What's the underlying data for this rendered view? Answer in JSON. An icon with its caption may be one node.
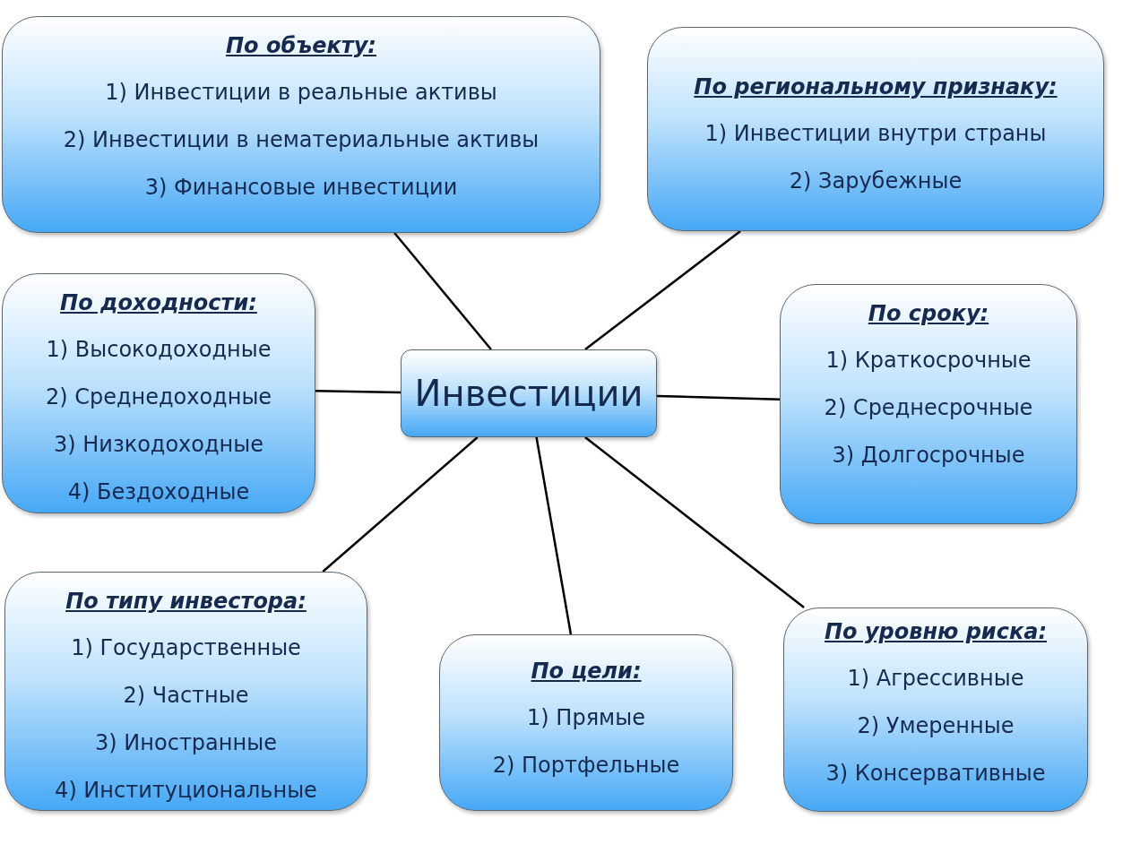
{
  "diagram": {
    "nodes": [
      {
        "text": [
          "Инвестиции"
        ]
      },
      {
        "text": [
          "По объекту:",
          "1) Инвестиции в реальные активы",
          "2) Инвестиции в нематериальные активы",
          "3) Финансовые инвестиции"
        ]
      },
      {
        "text": [
          "По региональному признаку:",
          "1) Инвестиции внутри страны",
          "2) Зарубежные"
        ]
      },
      {
        "text": [
          "По доходности:",
          "1) Высокодоходные",
          "2) Среднедоходные",
          "3) Низкодоходные",
          "4) Бездоходные"
        ]
      },
      {
        "text": [
          "По сроку:",
          "1) Краткосрочные",
          "2) Среднесрочные",
          "3) Долгосрочные"
        ]
      },
      {
        "text": [
          "По типу инвестора:",
          "1) Государственные",
          "2) Частные",
          "3) Иностранные",
          "4) Институциональные"
        ]
      },
      {
        "text": [
          "По цели:",
          "1) Прямые",
          "2) Портфельные"
        ]
      },
      {
        "text": [
          "По уровню риска:",
          "1) Агрессивные",
          "2) Умеренные",
          "3) Консервативные"
        ]
      }
    ],
    "edges": [
      {
        "from": 0,
        "to": 1,
        "arrow": "none"
      },
      {
        "from": 0,
        "to": 2,
        "arrow": "none"
      },
      {
        "from": 0,
        "to": 3,
        "arrow": "none"
      },
      {
        "from": 0,
        "to": 4,
        "arrow": "none"
      },
      {
        "from": 0,
        "to": 5,
        "arrow": "none"
      },
      {
        "from": 0,
        "to": 6,
        "arrow": "none"
      },
      {
        "from": 0,
        "to": 7,
        "arrow": "none"
      }
    ]
  }
}
